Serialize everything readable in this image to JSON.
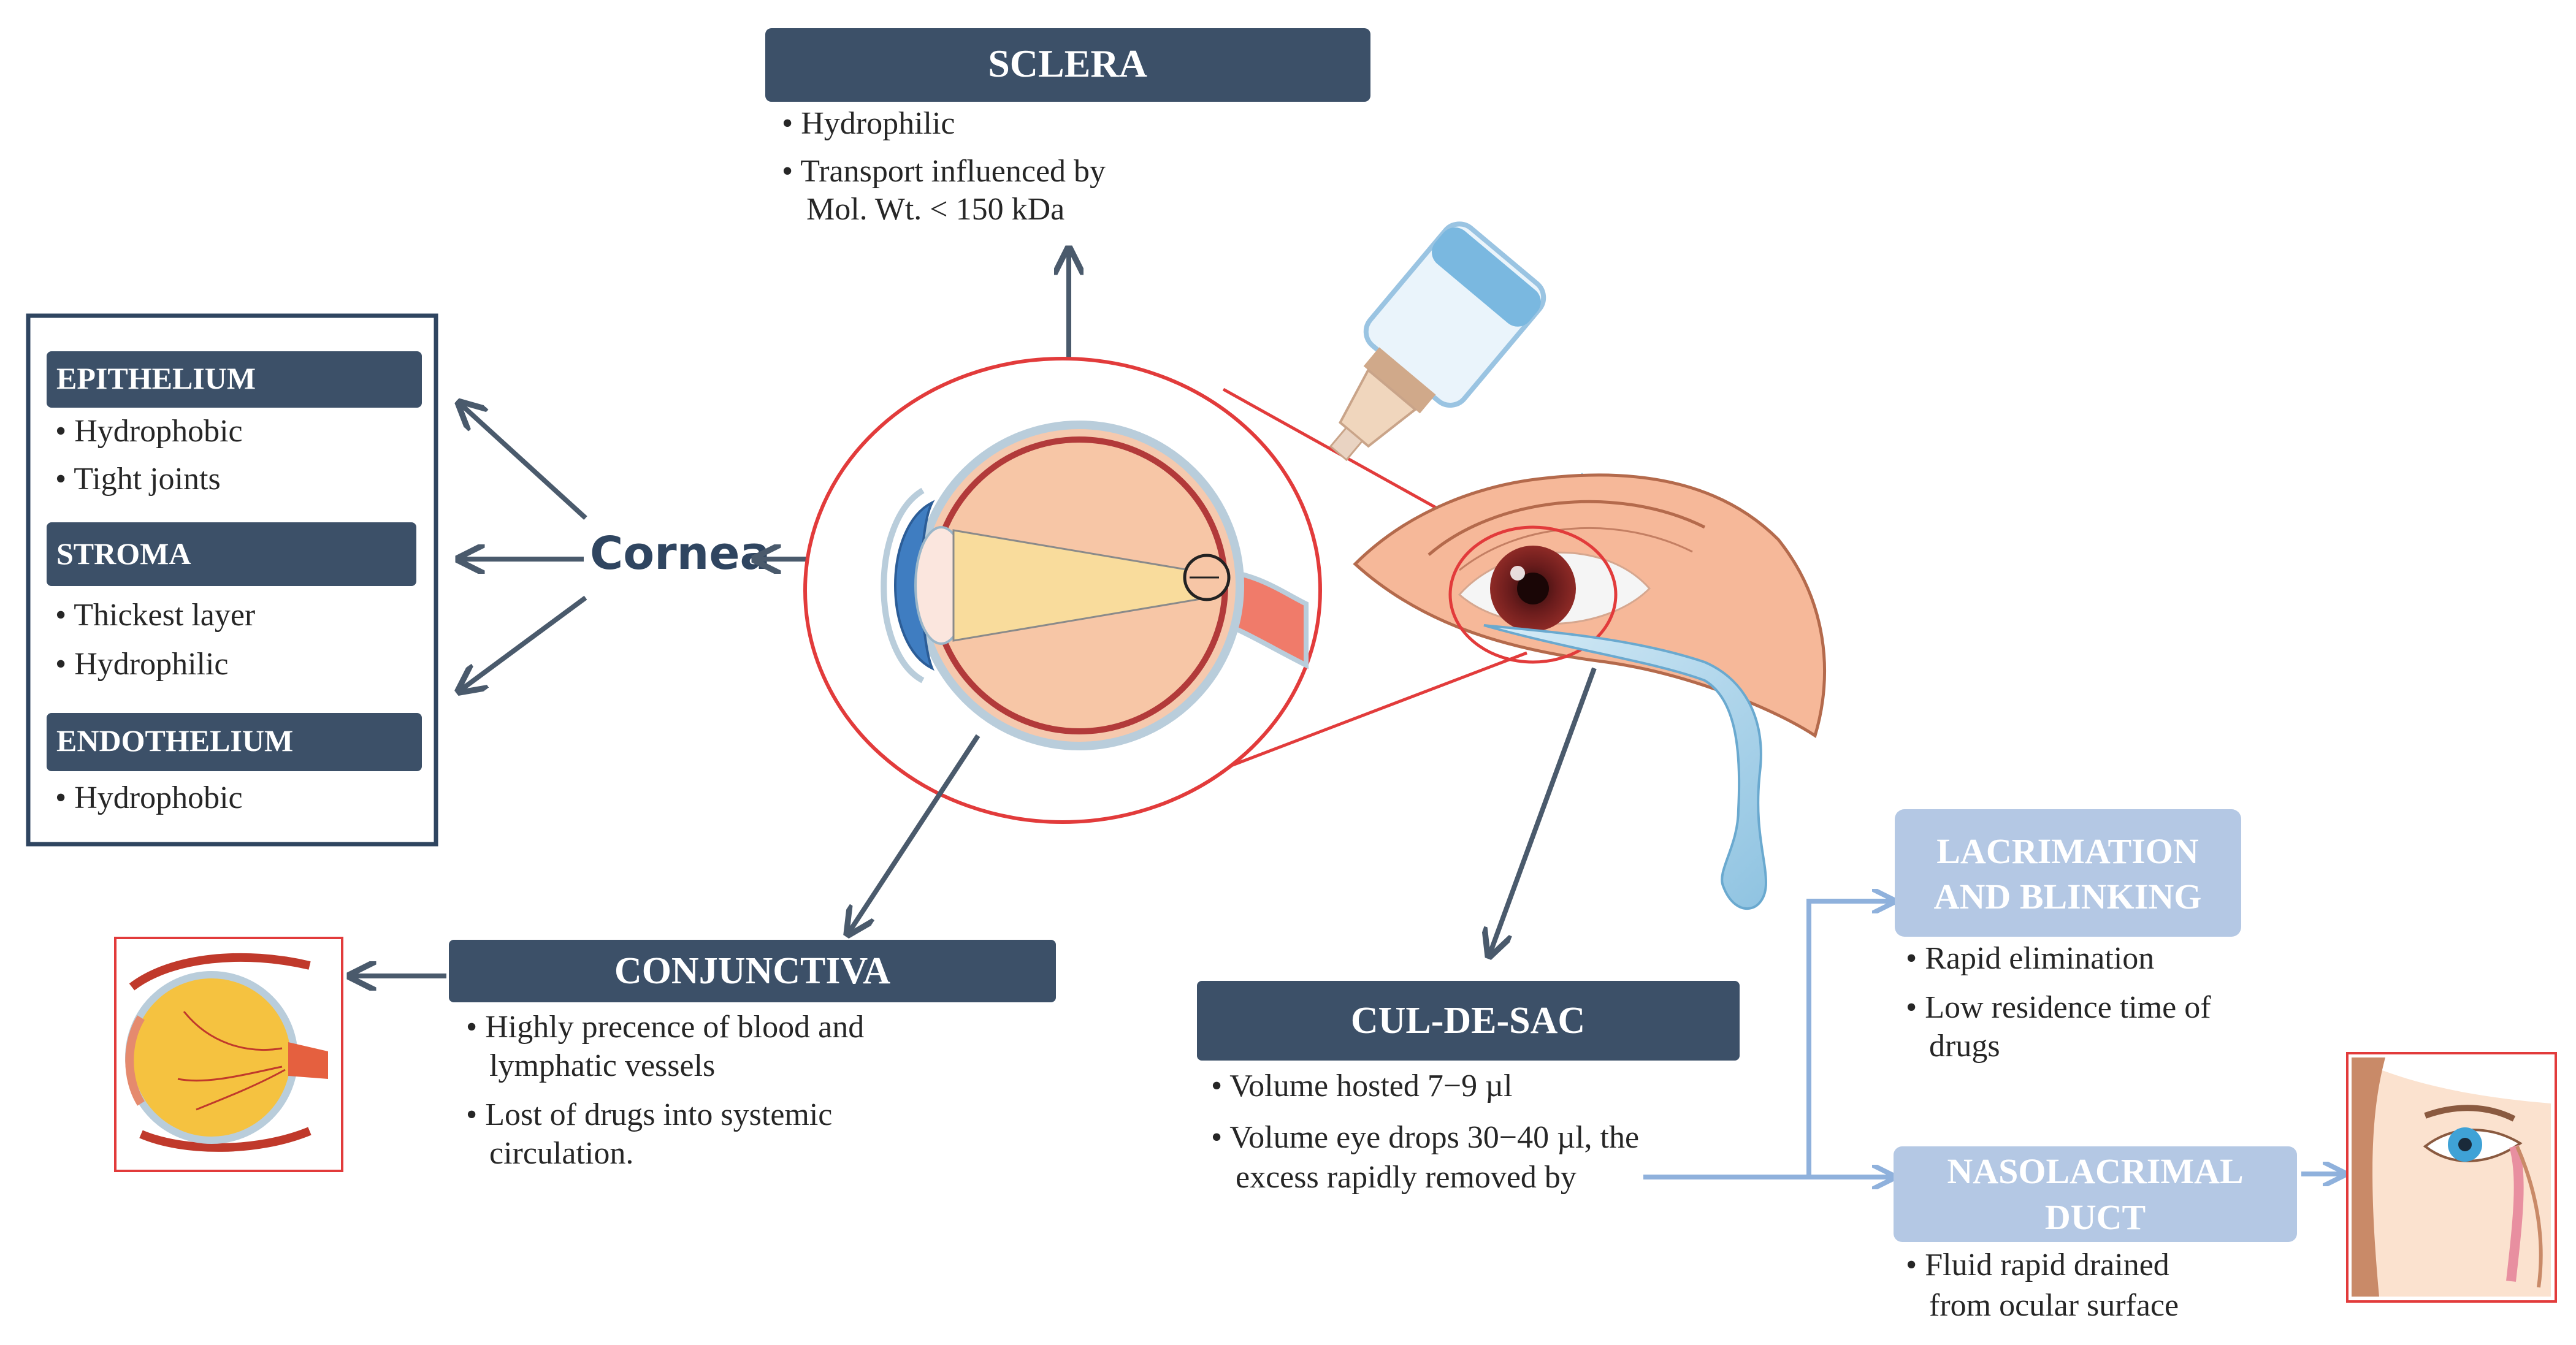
{
  "colors": {
    "dark_header": "#3c5068",
    "light_header": "#b4c8e4",
    "arrow_dark": "#4a5a6c",
    "arrow_light": "#8fb1dc",
    "red_outline": "#e23b3b"
  },
  "sclera": {
    "title": "SCLERA",
    "bullets": [
      "• Hydrophilic",
      "• Transport influenced by",
      "Mol. Wt. < 150 kDa"
    ]
  },
  "cornea": {
    "label": "Cornea",
    "epithelium": {
      "title": "EPITHELIUM",
      "bullets": [
        "• Hydrophobic",
        "• Tight joints"
      ]
    },
    "stroma": {
      "title": "STROMA",
      "bullets": [
        "• Thickest layer",
        "• Hydrophilic"
      ]
    },
    "endothelium": {
      "title": "ENDOTHELIUM",
      "bullets": [
        "• Hydrophobic"
      ]
    }
  },
  "conjunctiva": {
    "title": "CONJUNCTIVA",
    "bullets": [
      "• Highly precence of blood and",
      "lymphatic vessels",
      "• Lost of drugs into systemic",
      "circulation."
    ]
  },
  "cul_de_sac": {
    "title": "CUL-DE-SAC",
    "bullets": [
      "• Volume hosted 7−9 µl",
      "• Volume eye drops 30−40 µl, the",
      "excess rapidly removed by"
    ]
  },
  "lacrimation": {
    "title_lines": [
      "LACRIMATION",
      "AND BLINKING"
    ],
    "bullets": [
      "• Rapid elimination",
      "• Low residence time of",
      "drugs"
    ]
  },
  "nasolacrimal": {
    "title_lines": [
      "NASOLACRIMAL",
      "DUCT"
    ],
    "bullets": [
      "• Fluid rapid drained",
      "from ocular surface"
    ]
  },
  "illustrations": {
    "main_eye": "eye-cross-section-icon",
    "dropper": "eye-dropper-icon",
    "eye_with_drop": "eye-with-tear-drop-icon",
    "small_eye": "eyeball-with-vessels-icon",
    "face": "face-nasolacrimal-duct-icon"
  }
}
